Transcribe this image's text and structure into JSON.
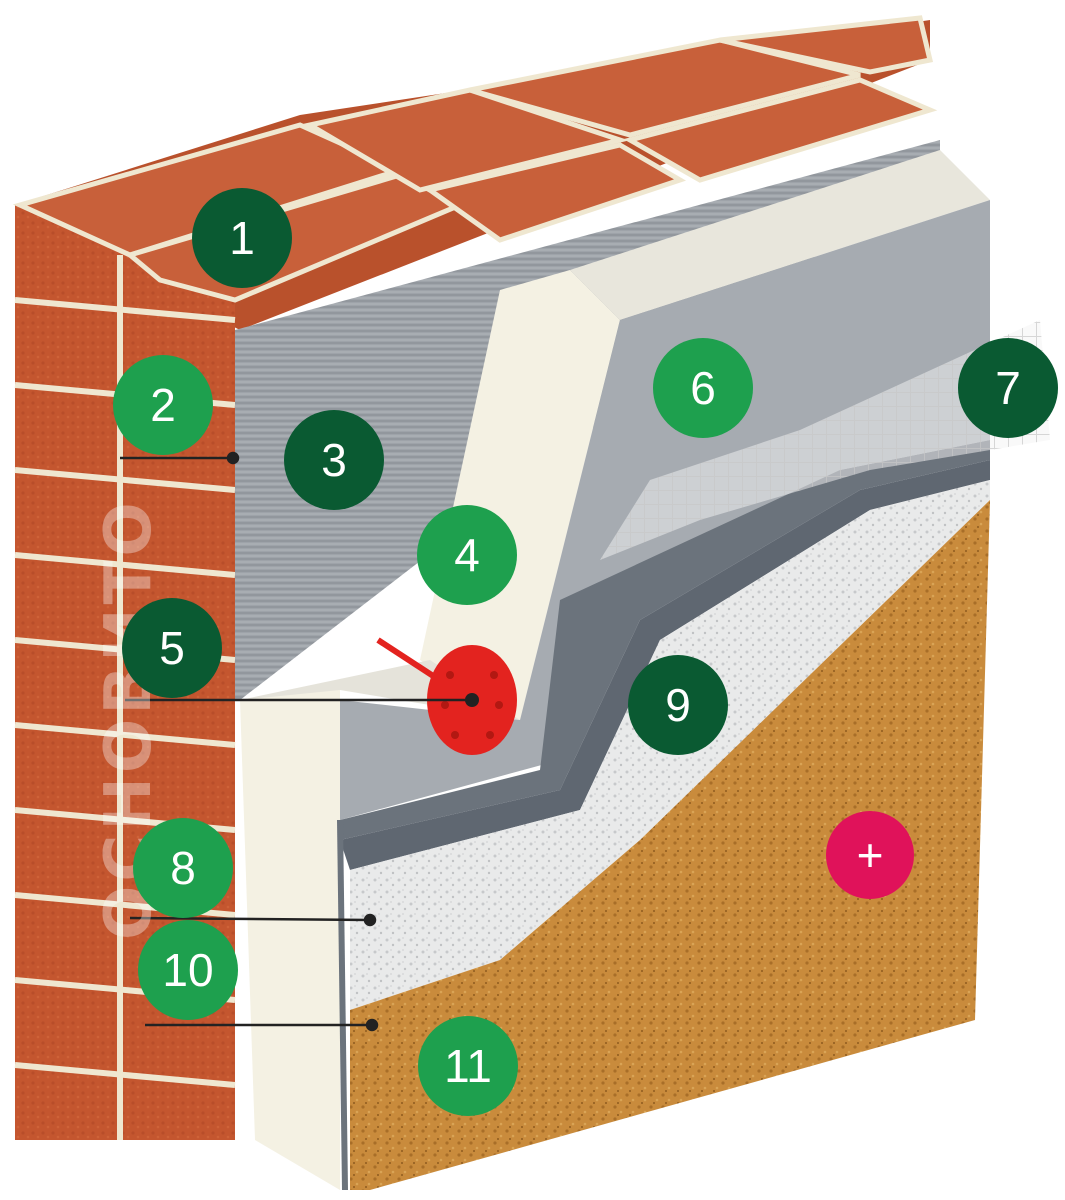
{
  "watermark": "ОСНОВИТО",
  "colors": {
    "badge_dark": "#0a5a32",
    "badge_light": "#1ea04e",
    "badge_plus": "#e0125a",
    "brick": "#c4562f",
    "mortar": "#efe7d0",
    "adhesive": "#9aa0a6",
    "insulation": "#f3f0e2",
    "basecoat": "#dcdfe3",
    "primer": "#5f6771",
    "plaster": "#e9eaea",
    "finish": "#c98b3c",
    "dowel": "#e3231f"
  },
  "badges": [
    {
      "label": "1",
      "tone": "dark"
    },
    {
      "label": "2",
      "tone": "light"
    },
    {
      "label": "3",
      "tone": "dark"
    },
    {
      "label": "4",
      "tone": "light"
    },
    {
      "label": "5",
      "tone": "dark"
    },
    {
      "label": "6",
      "tone": "light"
    },
    {
      "label": "7",
      "tone": "dark"
    },
    {
      "label": "8",
      "tone": "light"
    },
    {
      "label": "9",
      "tone": "dark"
    },
    {
      "label": "10",
      "tone": "light"
    },
    {
      "label": "11",
      "tone": "light"
    },
    {
      "label": "+",
      "tone": "plus"
    }
  ]
}
